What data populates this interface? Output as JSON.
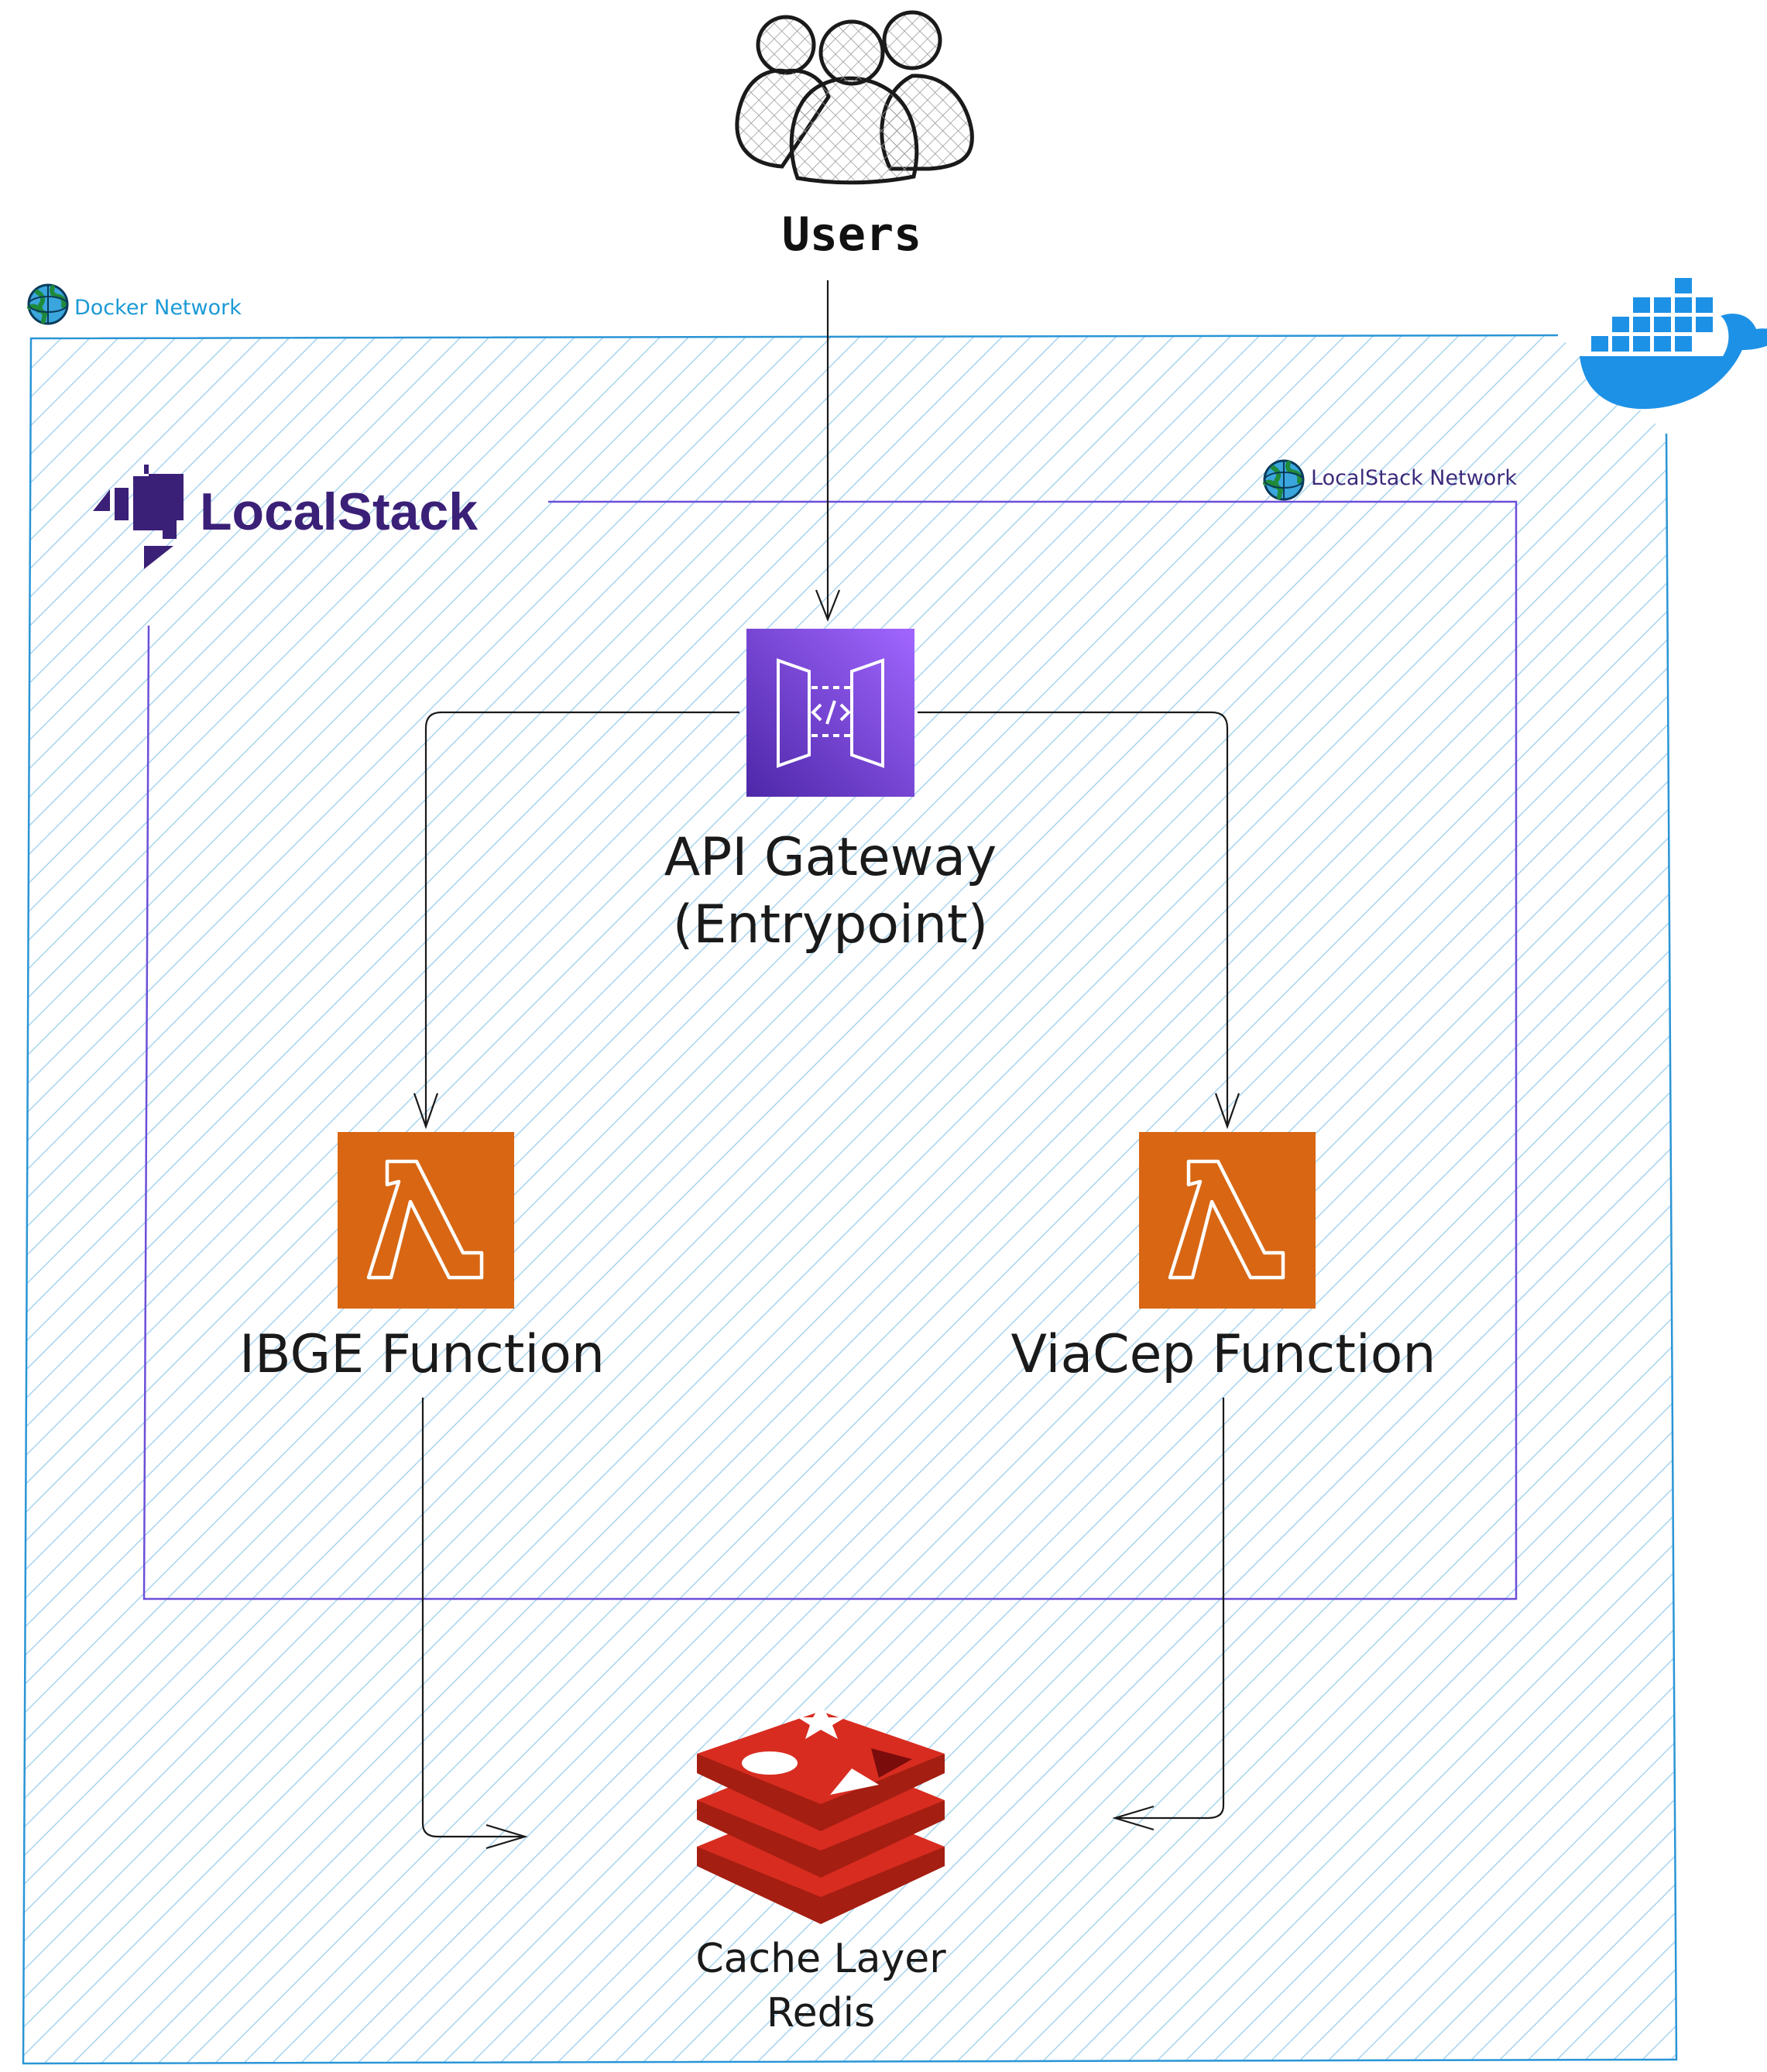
{
  "users": {
    "label": "Users",
    "icon": "users-icon"
  },
  "docker_network": {
    "label": "Docker Network",
    "color": "#1c9ad6",
    "icon": "globe-icon"
  },
  "localstack_network": {
    "label": "LocalStack Network",
    "color": "#3d2a7a",
    "border_color": "#6b4fd8",
    "icon": "globe-icon"
  },
  "localstack_logo": {
    "text": "LocalStack",
    "color": "#3b2077"
  },
  "docker_logo": {
    "icon": "docker-whale-icon",
    "color": "#1d91e6"
  },
  "api_gateway": {
    "line1": "API Gateway",
    "line2": "(Entrypoint)",
    "icon": "api-gateway-icon",
    "color": "#7b47e0"
  },
  "ibge_function": {
    "label": "IBGE Function",
    "icon": "lambda-icon",
    "color": "#d86613"
  },
  "viacep_function": {
    "label": "ViaCep Function",
    "icon": "lambda-icon",
    "color": "#d86613"
  },
  "redis": {
    "line1": "Cache Layer",
    "line2": "Redis",
    "icon": "redis-icon",
    "color": "#d82c20"
  }
}
